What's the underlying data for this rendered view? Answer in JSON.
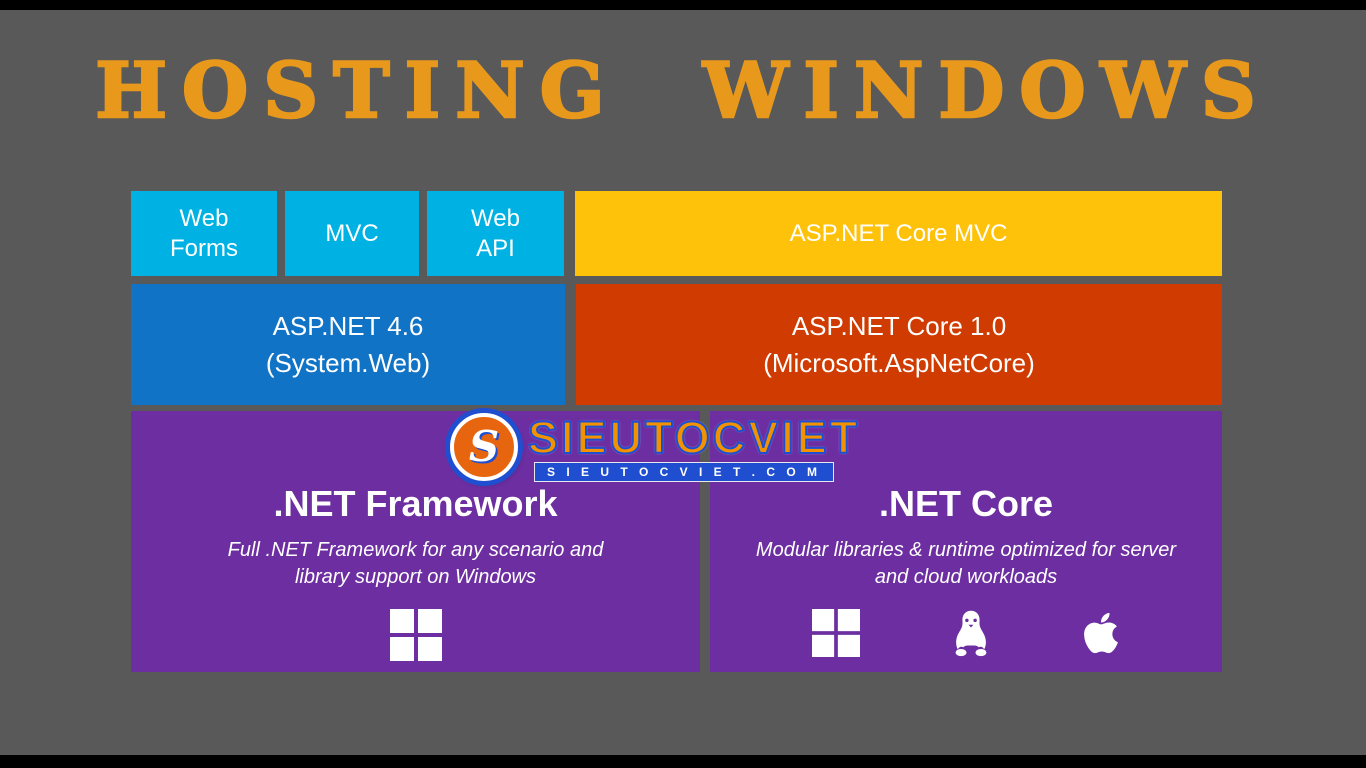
{
  "title": "HOSTING WINDOWS",
  "top_row": {
    "web_forms": "Web Forms",
    "mvc": "MVC",
    "web_api": "Web API",
    "aspnet_core_mvc": "ASP.NET Core MVC"
  },
  "middle_row": {
    "left_line1": "ASP.NET 4.6",
    "left_line2": "(System.Web)",
    "right_line1": "ASP.NET Core 1.0",
    "right_line2": "(Microsoft.AspNetCore)"
  },
  "bottom_row": {
    "left": {
      "title": ".NET Framework",
      "description": "Full .NET Framework for any scenario and library support on Windows",
      "platforms": [
        "windows"
      ]
    },
    "right": {
      "title": ".NET Core",
      "description": "Modular libraries & runtime optimized for server and cloud workloads",
      "platforms": [
        "windows",
        "linux",
        "apple"
      ]
    }
  },
  "watermark": {
    "badge_letter": "S",
    "name": "SIEUTOCVIET",
    "domain": "S I E U T O C V I E T . C O M"
  },
  "colors": {
    "background": "#595959",
    "title_orange": "#E8991C",
    "cyan": "#00B2E3",
    "gold": "#FFC20A",
    "blue": "#1173C5",
    "red": "#D03B01",
    "purple": "#6C2EA0",
    "watermark_orange": "#F39200",
    "watermark_blue": "#1F4FD0"
  }
}
